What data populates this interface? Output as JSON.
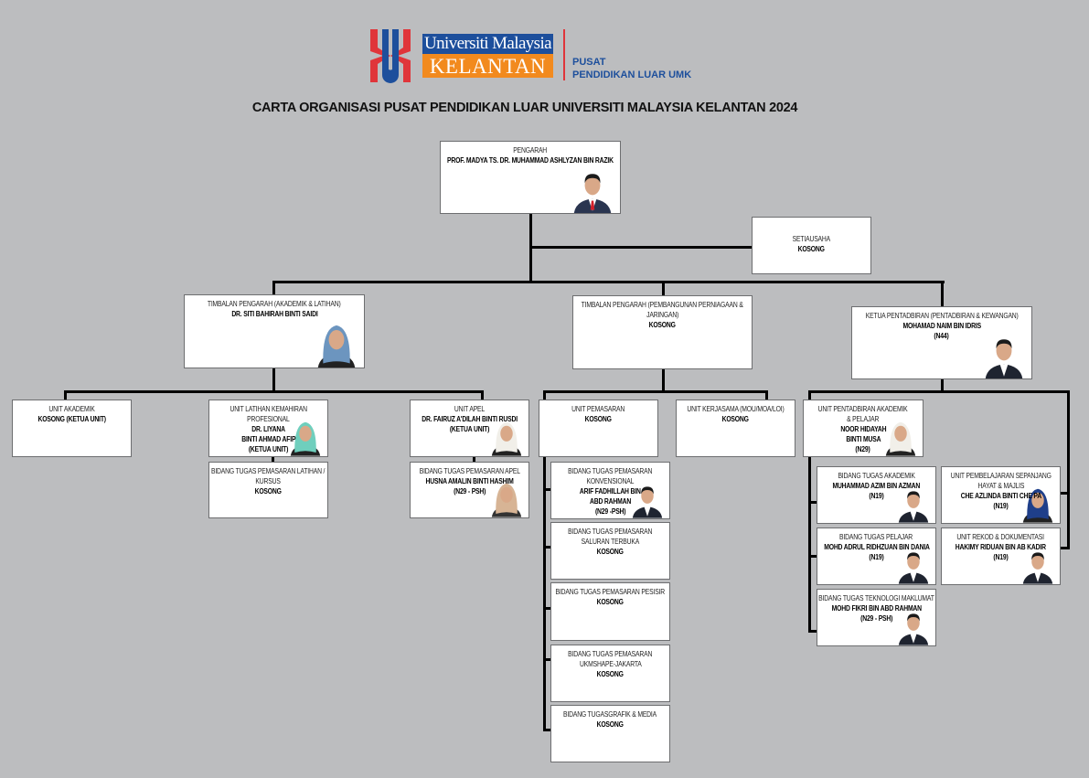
{
  "header": {
    "logo": {
      "line1": "Universiti Malaysia",
      "line2": "KELANTAN",
      "colors": {
        "blue": "#1d4f9c",
        "orange": "#f28a1e",
        "red": "#e0353a"
      }
    },
    "unit_line1": "PUSAT",
    "unit_line2": "PENDIDIKAN LUAR UMK",
    "title": "CARTA ORGANISASI PUSAT PENDIDIKAN LUAR UNIVERSITI MALAYSIA KELANTAN 2024"
  },
  "nodes": [
    {
      "id": "pengarah",
      "title": [
        "PENGARAH"
      ],
      "name": [
        "PROF. MADYA TS. DR. MUHAMMAD ASHLYZAN BIN RAZIK"
      ],
      "photo": "man-tie-red"
    },
    {
      "id": "setiausaha",
      "title": [
        "SETIAUSAHA"
      ],
      "name": [
        "KOSONG"
      ],
      "photo": null
    },
    {
      "id": "tp-akademik",
      "title": [
        "TIMBALAN PENGARAH (AKADEMIK & LATIHAN)"
      ],
      "name": [
        "DR. SITI BAHIRAH BINTI SAIDI"
      ],
      "photo": "woman-hijab-blue"
    },
    {
      "id": "tp-perniagaan",
      "title": [
        "TIMBALAN PENGARAH (PEMBANGUNAN PERNIAGAAN &",
        "JARINGAN)"
      ],
      "name": [
        "KOSONG"
      ],
      "photo": null
    },
    {
      "id": "ketua-pentadbiran",
      "title": [
        "KETUA PENTADBIRAN (PENTADBIRAN & KEWANGAN)"
      ],
      "name": [
        "MOHAMAD NAIM BIN IDRIS",
        "(N44)"
      ],
      "photo": "man"
    },
    {
      "id": "unit-akademik",
      "title": [
        "UNIT AKADEMIK"
      ],
      "name": [
        "KOSONG (KETUA UNIT)"
      ],
      "photo": null
    },
    {
      "id": "unit-latihan",
      "title": [
        "UNIT LATIHAN KEMAHIRAN",
        "PROFESIONAL"
      ],
      "name": [
        "DR. LIYANA",
        "BINTI AHMAD AFIP",
        "(KETUA UNIT)"
      ],
      "photo": "woman-hijab-teal"
    },
    {
      "id": "unit-apel",
      "title": [
        "UNIT APEL"
      ],
      "name": [
        "DR. FAIRUZ A'DILAH BINTI RUSDI",
        "(KETUA UNIT)"
      ],
      "photo": "woman-hijab-white"
    },
    {
      "id": "bt-latihan",
      "title": [
        "BIDANG TUGAS PEMASARAN LATIHAN /",
        "KURSUS"
      ],
      "name": [
        "KOSONG"
      ],
      "photo": null
    },
    {
      "id": "bt-apel",
      "title": [
        "BIDANG TUGAS PEMASARAN APEL"
      ],
      "name": [
        "HUSNA AMALIN BINTI HASHIM",
        "(N29 - PSH)"
      ],
      "photo": "woman-hijab-beige"
    },
    {
      "id": "unit-pemasaran",
      "title": [
        "UNIT PEMASARAN"
      ],
      "name": [
        "KOSONG"
      ],
      "photo": null
    },
    {
      "id": "unit-kerjasama",
      "title": [
        "UNIT KERJASAMA (MOU/MOA/LOI)"
      ],
      "name": [
        "KOSONG"
      ],
      "photo": null
    },
    {
      "id": "bt-konvensional",
      "title": [
        "BIDANG TUGAS PEMASARAN",
        "KONVENSIONAL"
      ],
      "name": [
        "ARIF FADHILLAH BIN",
        "ABD RAHMAN",
        "(N29 -PSH)"
      ],
      "photo": "man"
    },
    {
      "id": "bt-saluran",
      "title": [
        "BIDANG TUGAS PEMASARAN",
        "SALURAN TERBUKA"
      ],
      "name": [
        "KOSONG"
      ],
      "photo": null
    },
    {
      "id": "bt-pesisir",
      "title": [
        "BIDANG TUGAS PEMASARAN PESISIR"
      ],
      "name": [
        "KOSONG"
      ],
      "photo": null
    },
    {
      "id": "bt-ukmshape",
      "title": [
        "BIDANG TUGAS PEMASARAN",
        "UKMSHAPE-JAKARTA"
      ],
      "name": [
        "KOSONG"
      ],
      "photo": null
    },
    {
      "id": "bt-grafik",
      "title": [
        "BIDANG TUGASGRAFIK & MEDIA"
      ],
      "name": [
        "KOSONG"
      ],
      "photo": null
    },
    {
      "id": "unit-pentadbiran-akademik",
      "title": [
        "UNIT  PENTADBIRAN AKADEMIK",
        "&  PELAJAR"
      ],
      "name": [
        "NOOR HIDAYAH",
        "BINTI MUSA",
        "(N29)"
      ],
      "photo": "woman-hijab-white"
    },
    {
      "id": "bt-akademik",
      "title": [
        "BIDANG TUGAS AKADEMIK"
      ],
      "name": [
        "MUHAMMAD AZIM BIN AZMAN",
        "(N19)"
      ],
      "photo": "man"
    },
    {
      "id": "bt-pelajar",
      "title": [
        "BIDANG TUGAS PELAJAR"
      ],
      "name": [
        "MOHD ADRUL RIDHZUAN BIN DANIA",
        "(N19)"
      ],
      "photo": "man"
    },
    {
      "id": "bt-teknologi",
      "title": [
        "BIDANG TUGAS TEKNOLOGI MAKLUMAT"
      ],
      "name": [
        "MOHD FIKRI BIN ABD RAHMAN",
        "(N29 - PSH)"
      ],
      "photo": "man"
    },
    {
      "id": "unit-pembelajaran",
      "title": [
        "UNIT PEMBELAJARAN SEPANJANG",
        "HAYAT & MAJLIS"
      ],
      "name": [
        "CHE AZLINDA BINTI CHE PA",
        "(N19)"
      ],
      "photo": "woman-hijab-navy"
    },
    {
      "id": "unit-rekod",
      "title": [
        "UNIT REKOD & DOKUMENTASI"
      ],
      "name": [
        "HAKIMY RIDUAN BIN AB KADIR",
        "(N19)"
      ],
      "photo": "man"
    }
  ]
}
